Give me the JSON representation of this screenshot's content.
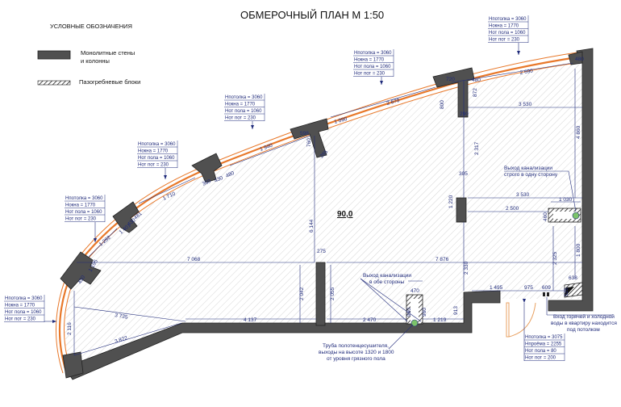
{
  "title": "ОБМЕРОЧНЫЙ ПЛАН   М 1:50",
  "legend": {
    "heading": "УСЛОВНЫЕ ОБОЗНАЧЕНИЯ",
    "items": [
      {
        "label_1": "Монолитные стены",
        "label_2": "и колонны"
      },
      {
        "label_1": "Пазогребневые блоки"
      }
    ]
  },
  "area": "90,0",
  "colors": {
    "wall": "#505050",
    "window": "#e8782a",
    "dim": "#1f2a7a",
    "pipe": "#7cc46a"
  },
  "window_callouts": [
    [
      "Нпотолка = 3060",
      "Нокна = 1770",
      "Нот пола = 1060",
      "Нот пот = 230"
    ],
    [
      "Нпотолка = 3060",
      "Нокна = 1770",
      "Нот пола = 1060",
      "Нот пот = 230"
    ],
    [
      "Нпотолка = 3060",
      "Нокна = 1770",
      "Нот пола = 1060",
      "Нот пот = 230"
    ],
    [
      "Нпотолка = 3060",
      "Нокна = 1770",
      "Нот пола = 1060",
      "Нот пот = 230"
    ],
    [
      "Нпотолка = 3060",
      "Нокна = 1770",
      "Нот пола = 1060",
      "Нот пот = 230"
    ],
    [
      "Нпотолка = 3060",
      "Нокна = 1770",
      "Нот пола = 1060",
      "Нот пот = 230"
    ]
  ],
  "door_callout": [
    "Нпотолка = 3075",
    "Нпроёма = 2255",
    "Нот пола = 80",
    "Нот пот = 200"
  ],
  "dimensions": [
    "480",
    "2 690",
    "720",
    "800",
    "480",
    "872",
    "290",
    "3 530",
    "2 670",
    "4 860",
    "1 090",
    "598",
    "760",
    "285",
    "1 940",
    "6 144",
    "2 317",
    "305",
    "1 220",
    "3 530",
    "2 500",
    "1 030",
    "460",
    "350",
    "430",
    "480",
    "1 710",
    "7 068",
    "7 876",
    "275",
    "2 042",
    "2 055",
    "1 800",
    "2 325",
    "2 330",
    "470",
    "960",
    "960",
    "2 470",
    "1 219",
    "913",
    "1 495",
    "975",
    "609",
    "638",
    "525",
    "3 735",
    "3 822",
    "2 116",
    "4 137",
    "1 292",
    "1 401",
    "430",
    "481",
    "1 195",
    "450"
  ],
  "notes": {
    "sewer_one_side": [
      "Выход канализации",
      "строго в одну сторону"
    ],
    "sewer_both_sides": [
      "Выход канализации",
      "в обе стороны"
    ],
    "towel_pipe": [
      "Труба полотенцесушителя,",
      "выходы на высоте 1320 и 1800",
      "от уровня грязного пола"
    ],
    "water_inlet": [
      "Вход горячей и холодной",
      "воды в квартиру находится",
      "под потолком"
    ]
  }
}
